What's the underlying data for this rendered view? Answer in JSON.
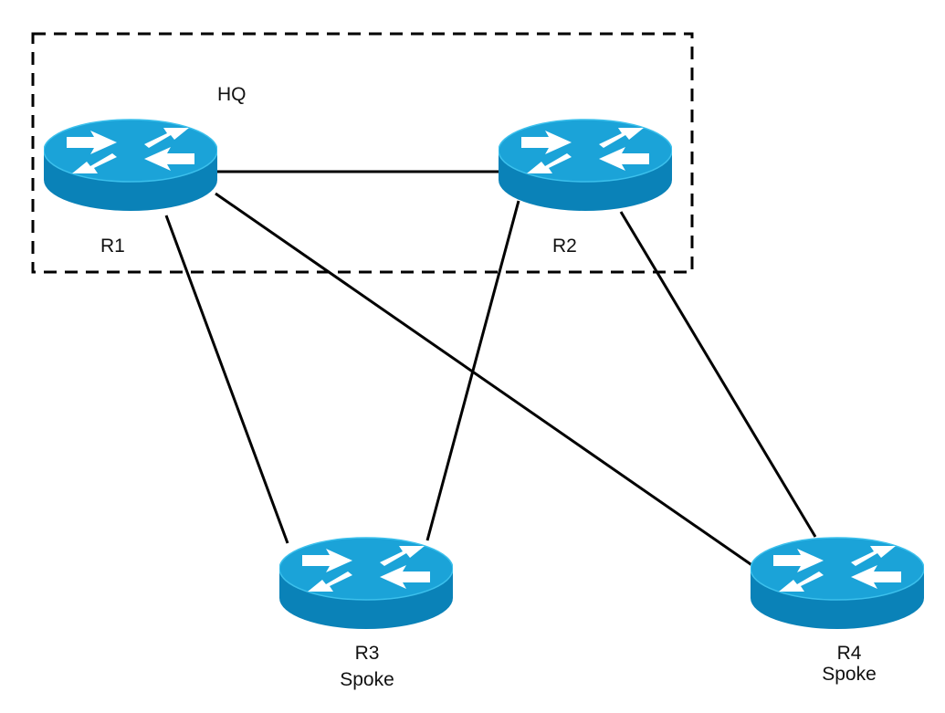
{
  "group": {
    "label": "HQ"
  },
  "routers": [
    {
      "name": "R1",
      "role": ""
    },
    {
      "name": "R2",
      "role": ""
    },
    {
      "name": "R3",
      "role": "Spoke"
    },
    {
      "name": "R4",
      "role": "Spoke"
    }
  ],
  "links": [
    [
      "R1",
      "R2"
    ],
    [
      "R1",
      "R3"
    ],
    [
      "R1",
      "R4"
    ],
    [
      "R2",
      "R3"
    ],
    [
      "R2",
      "R4"
    ]
  ],
  "colors": {
    "router_top": "#1ba3d8",
    "router_side": "#0a82b8",
    "router_arrows": "#ffffff",
    "lines": "#000000"
  },
  "icons": {
    "router": "router-icon"
  }
}
